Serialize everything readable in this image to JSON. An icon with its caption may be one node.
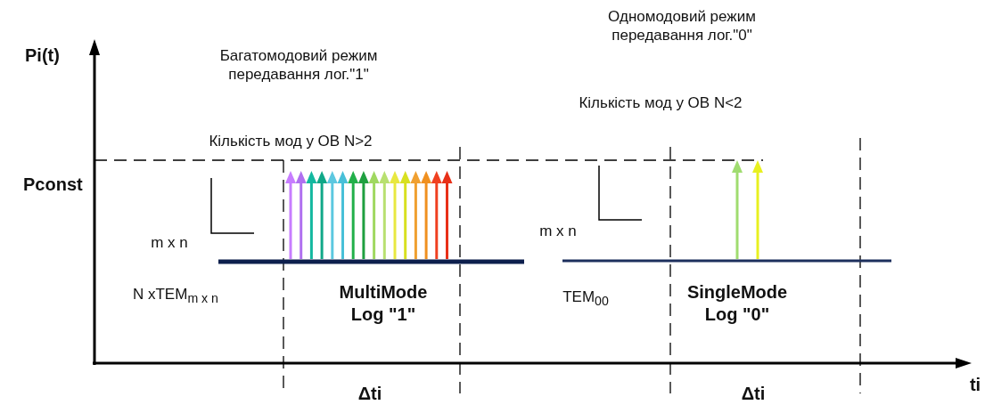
{
  "diagram": {
    "labels": [
      "Одномодовий режим передавання лог.\"0\"",
      "Pi(t)",
      "Багатомодовий режим передавання лог.\"1\"",
      "Кількість мод у ОВ N<2",
      "Кількість мод у ОВ N>2",
      "Pconst",
      "m x n",
      "m x n",
      "N xTEM$_{m x n}$",
      "MultiMode Log \"1\"",
      "TEM$_{00}$",
      "SingleMode Log \"0\"",
      "ti",
      "Δti",
      "Δti"
    ]
  }
}
